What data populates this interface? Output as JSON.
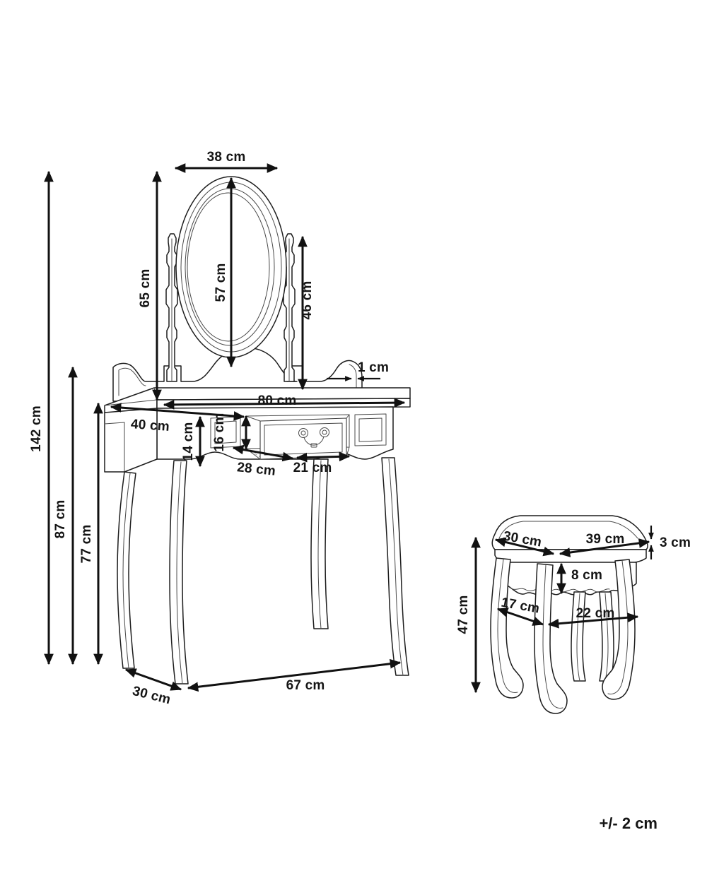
{
  "diagram": {
    "title_text": "",
    "tolerance": "+/- 2 cm",
    "line_color": "#1d1d1d",
    "text_color": "#151515",
    "background": "#ffffff"
  },
  "dressing_table": {
    "name": "dressing table with oval mirror",
    "dimensions": {
      "mirror_width": "38 cm",
      "mirror_glass_height": "57 cm",
      "mirror_post_left_height": "65 cm",
      "mirror_post_right_height": "46 cm",
      "backsplash_thickness": "1 cm",
      "tabletop_width": "80 cm",
      "tabletop_depth": "40 cm",
      "apron_height": "14 cm",
      "drawer_height": "16 cm",
      "drawer_depth": "28 cm",
      "drawer_front_width": "21 cm",
      "total_height": "142 cm",
      "table_top_height": "87 cm",
      "apron_clear_height": "77 cm",
      "base_depth": "30 cm",
      "base_width": "67 cm"
    }
  },
  "stool": {
    "name": "matching stool",
    "dimensions": {
      "seat_depth": "30 cm",
      "seat_width": "39 cm",
      "seat_thickness": "3 cm",
      "apron_height": "8 cm",
      "leg_span_depth": "17 cm",
      "leg_span_width": "22 cm",
      "total_height": "47 cm"
    }
  },
  "chart_data": {
    "type": "table",
    "title": "Dressing table and stool dimension drawing",
    "xlabel": "",
    "ylabel": "",
    "categories": [
      "mirror width",
      "mirror glass height",
      "mirror post left height",
      "mirror post right height",
      "backsplash thickness",
      "tabletop width",
      "tabletop depth",
      "apron height",
      "drawer height",
      "drawer depth",
      "drawer front width",
      "table total height",
      "table top height",
      "apron clear height",
      "base depth",
      "base width",
      "stool seat depth",
      "stool seat width",
      "stool seat thickness",
      "stool apron height",
      "stool leg span depth",
      "stool leg span width",
      "stool total height"
    ],
    "values": [
      38,
      57,
      65,
      46,
      1,
      80,
      40,
      14,
      16,
      28,
      21,
      142,
      87,
      77,
      30,
      67,
      30,
      39,
      3,
      8,
      17,
      22,
      47
    ],
    "units": "cm",
    "annotations": [
      "+/- 2 cm"
    ]
  }
}
